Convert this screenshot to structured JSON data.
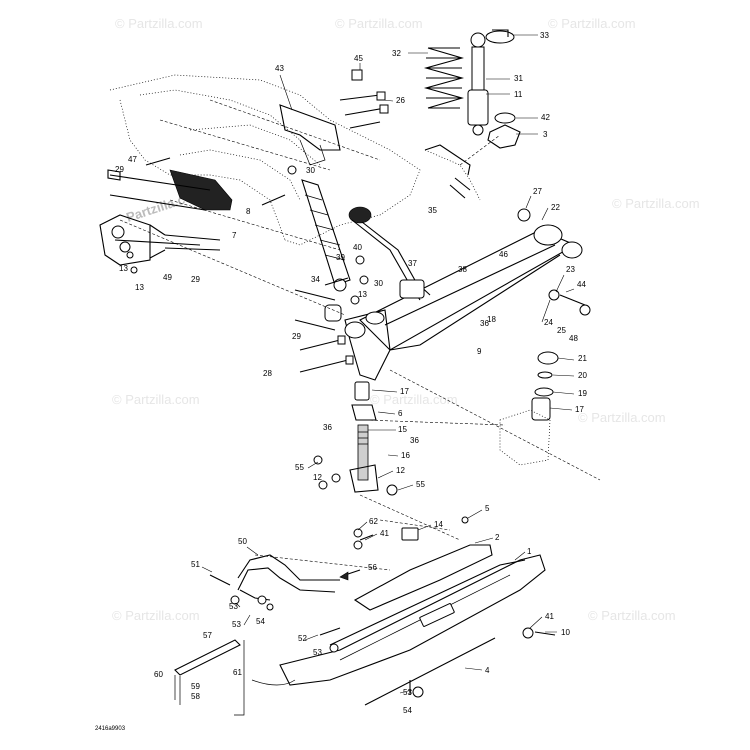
{
  "watermark": "© Partzilla.com",
  "watermark_center": "Partzilla.com",
  "diagram_code": "2416a9903",
  "callouts": [
    "1",
    "2",
    "3",
    "4",
    "5",
    "6",
    "7",
    "8",
    "9",
    "10",
    "11",
    "12",
    "12",
    "13",
    "13",
    "13",
    "14",
    "15",
    "16",
    "17",
    "17",
    "18",
    "19",
    "20",
    "21",
    "22",
    "23",
    "24",
    "25",
    "26",
    "27",
    "28",
    "29",
    "29",
    "29",
    "30",
    "30",
    "31",
    "32",
    "33",
    "34",
    "35",
    "36",
    "36",
    "36",
    "37",
    "38",
    "39",
    "40",
    "41",
    "41",
    "42",
    "43",
    "44",
    "45",
    "46",
    "47",
    "48",
    "49",
    "50",
    "51",
    "52",
    "53",
    "53",
    "53",
    "53",
    "54",
    "54",
    "55",
    "55",
    "56",
    "57",
    "58",
    "59",
    "60",
    "61",
    "62"
  ]
}
